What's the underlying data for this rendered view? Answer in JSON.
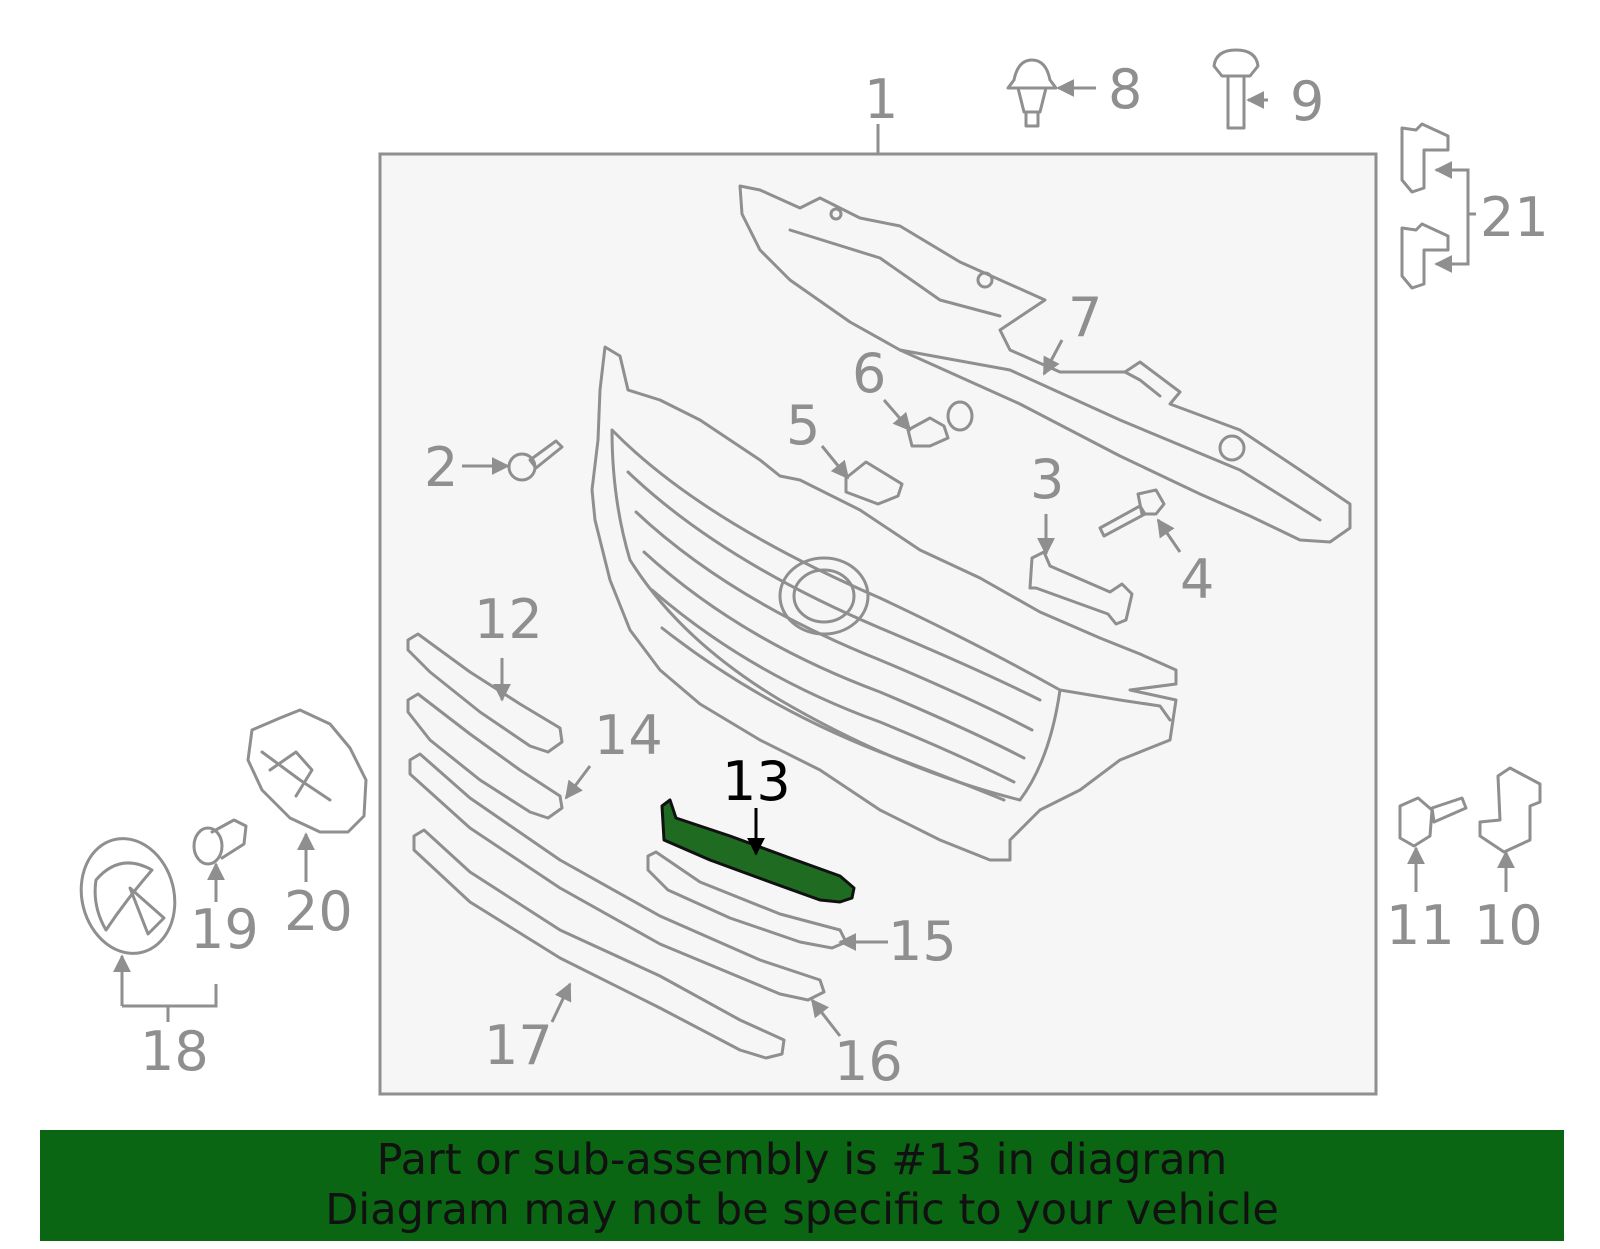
{
  "diagram": {
    "callouts": {
      "c1": "1",
      "c2": "2",
      "c3": "3",
      "c4": "4",
      "c5": "5",
      "c6": "6",
      "c7": "7",
      "c8": "8",
      "c9": "9",
      "c10": "10",
      "c11": "11",
      "c12": "12",
      "c13": "13",
      "c14": "14",
      "c15": "15",
      "c16": "16",
      "c17": "17",
      "c18": "18",
      "c19": "19",
      "c20": "20",
      "c21": "21"
    },
    "highlighted_part": "13",
    "colors": {
      "panel_fill": "#f6f6f6",
      "line": "#8f8f8f",
      "highlight": "#1f6b22",
      "banner": "#0b6613"
    }
  },
  "banner": {
    "line1": "Part or sub-assembly is #13 in diagram",
    "line2": "Diagram may not be specific to your vehicle"
  }
}
